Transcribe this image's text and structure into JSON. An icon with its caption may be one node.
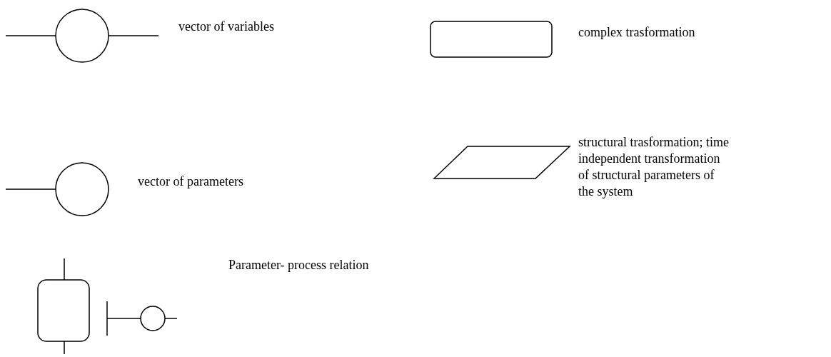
{
  "diagram": {
    "legend": [
      {
        "text": "vector of variables"
      },
      {
        "text": "vector of parameters"
      },
      {
        "text": "Parameter- process relation"
      },
      {
        "text": "complex trasformation"
      },
      {
        "text": "structural trasformation; time independent transformation of structural parameters of the system"
      }
    ]
  }
}
